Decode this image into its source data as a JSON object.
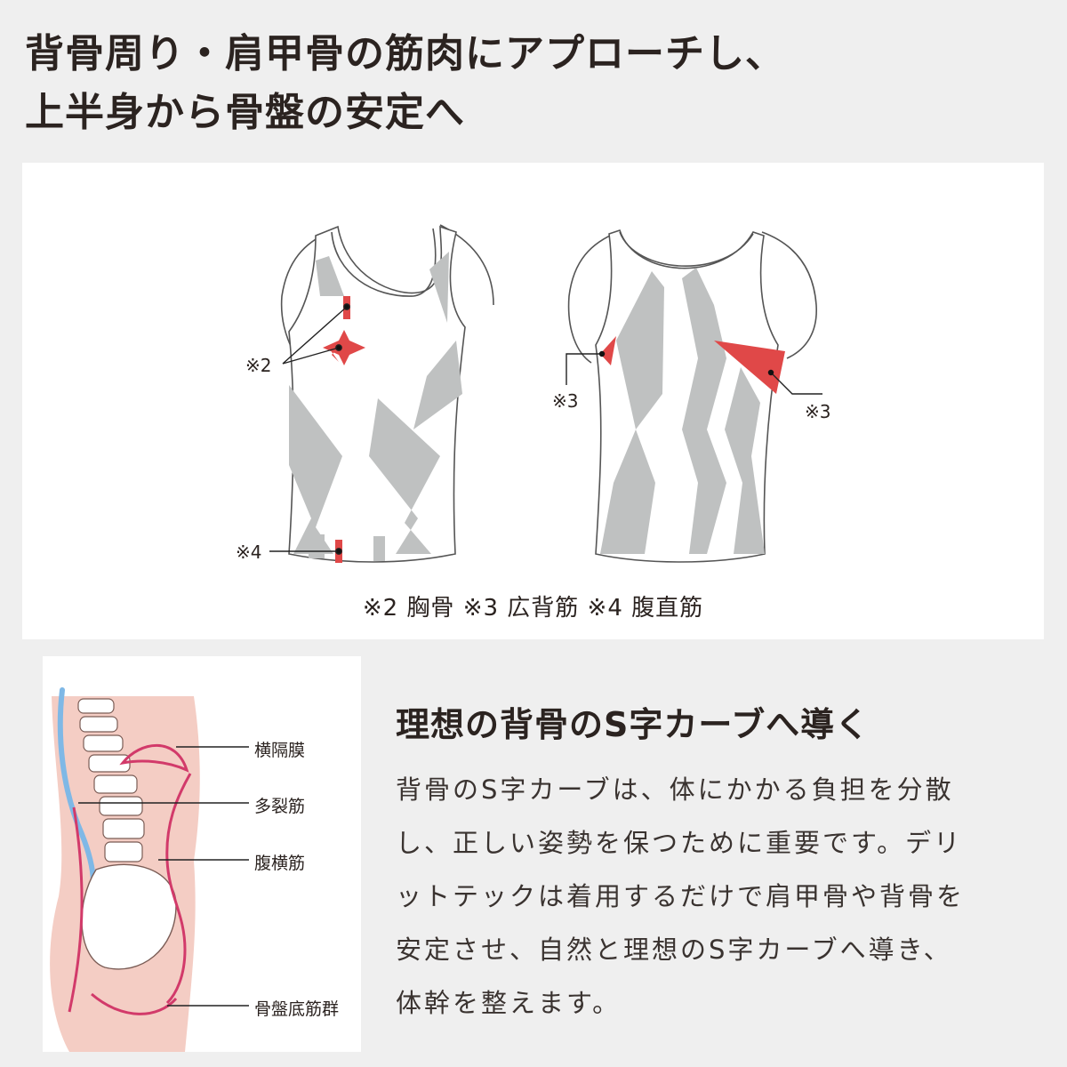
{
  "headline": {
    "line1": "背骨周り・肩甲骨の筋肉にアプローチし、",
    "line2": "上半身から骨盤の安定へ"
  },
  "garment_figure": {
    "marks": {
      "front_sternum": "※2",
      "front_abdominal": "※4",
      "back_left_lat": "※3",
      "back_right_lat": "※3"
    },
    "legend": "※2 胸骨 ※3 広背筋 ※4 腹直筋",
    "colors": {
      "muscle_highlight": "#e04848",
      "panel_gray": "#bfc1c1",
      "outline": "#555555"
    }
  },
  "spine_figure": {
    "labels": {
      "diaphragm": "横隔膜",
      "multifidus": "多裂筋",
      "transverse_abdominis": "腹横筋",
      "pelvic_floor": "骨盤底筋群"
    },
    "colors": {
      "body_tint": "#f4cdc4",
      "muscle_outline": "#d23a6a",
      "spine_curve": "#7fb8e6"
    }
  },
  "section": {
    "title": "理想の背骨のS字カーブへ導く",
    "body_lines": [
      "背骨のS字カーブは、体にかかる負担を分散",
      "し、正しい姿勢を保つために重要です。デリ",
      "ットテックは着用するだけで肩甲骨や背骨を",
      "安定させ、自然と理想のS字カーブへ導き、",
      "体幹を整えます。"
    ]
  }
}
